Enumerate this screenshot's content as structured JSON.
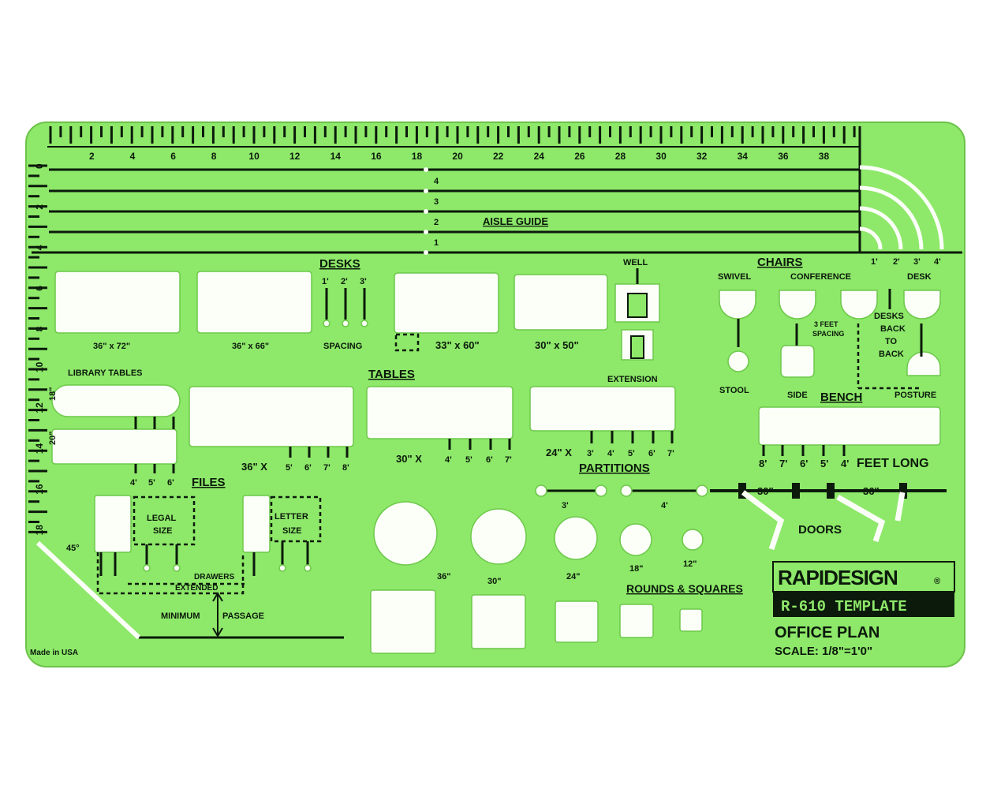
{
  "template": {
    "brand": "RAPIDESIGN",
    "brand_mark": "®",
    "model": "R-610  TEMPLATE",
    "title": "OFFICE PLAN",
    "scale": "SCALE: 1/8\"=1'0\"",
    "made_in": "Made in USA",
    "colors": {
      "plastic": "#8ee86a",
      "ink": "#0b1a0b",
      "cutout": "#fbfff8"
    }
  },
  "ruler": {
    "top_labels": [
      "2",
      "4",
      "6",
      "8",
      "10",
      "12",
      "14",
      "16",
      "18",
      "20",
      "22",
      "24",
      "26",
      "28",
      "30",
      "32",
      "34",
      "36",
      "38"
    ],
    "left_labels": [
      "0",
      "2",
      "4",
      "6",
      "8",
      "10",
      "12",
      "14",
      "16",
      "18"
    ],
    "aisle_numbers": [
      "4",
      "3",
      "2",
      "1"
    ],
    "aisle_guide": "AISLE GUIDE",
    "arc_labels": [
      "1'",
      "2'",
      "3'",
      "4'"
    ]
  },
  "desks": {
    "heading": "DESKS",
    "sizes": [
      "36\" x 72\"",
      "36\" x 66\"",
      "33\" x 60\"",
      "30\" x 50\""
    ],
    "spacing_marks": [
      "1'",
      "2'",
      "3'"
    ],
    "spacing": "SPACING",
    "well": "WELL",
    "extension": "EXTENSION"
  },
  "library": {
    "heading": "LIBRARY TABLES",
    "sizes": [
      "18\"",
      "20\""
    ],
    "marks": [
      "4'",
      "5'",
      "6'"
    ]
  },
  "tables": {
    "heading": "TABLES",
    "group1_prefix": "36\" X",
    "group1_marks": [
      "5'",
      "6'",
      "7'",
      "8'"
    ],
    "group2_prefix": "30\" X",
    "group2_marks": [
      "4'",
      "5'",
      "6'",
      "7'"
    ],
    "group3_prefix": "24\" X",
    "group3_marks": [
      "3'",
      "4'",
      "5'",
      "6'",
      "7'"
    ]
  },
  "chairs": {
    "heading": "CHAIRS",
    "swivel": "SWIVEL",
    "conference": "CONFERENCE",
    "desk": "DESK",
    "stool": "STOOL",
    "side": "SIDE",
    "posture": "POSTURE",
    "three_feet_1": "3 FEET",
    "three_feet_2": "SPACING",
    "desks_b2b": [
      "DESKS",
      "BACK",
      "TO",
      "BACK"
    ]
  },
  "bench": {
    "heading": "BENCH",
    "marks": [
      "8'",
      "7'",
      "6'",
      "5'",
      "4'"
    ],
    "feet_long": "FEET  LONG"
  },
  "partitions": {
    "heading": "PARTITIONS",
    "sizes": [
      "3'",
      "4'"
    ]
  },
  "doors": {
    "heading": "DOORS",
    "sizes": [
      "30\"",
      "36\""
    ]
  },
  "files": {
    "heading": "FILES",
    "legal_1": "LEGAL",
    "legal_2": "SIZE",
    "letter_1": "LETTER",
    "letter_2": "SIZE",
    "drawers_1": "DRAWERS",
    "drawers_2": "EXTENDED",
    "minimum": "MINIMUM",
    "passage": "PASSAGE",
    "angle": "45°"
  },
  "rounds": {
    "heading": "ROUNDS & SQUARES",
    "sizes": [
      "36\"",
      "30\"",
      "24\"",
      "18\"",
      "12\""
    ]
  }
}
